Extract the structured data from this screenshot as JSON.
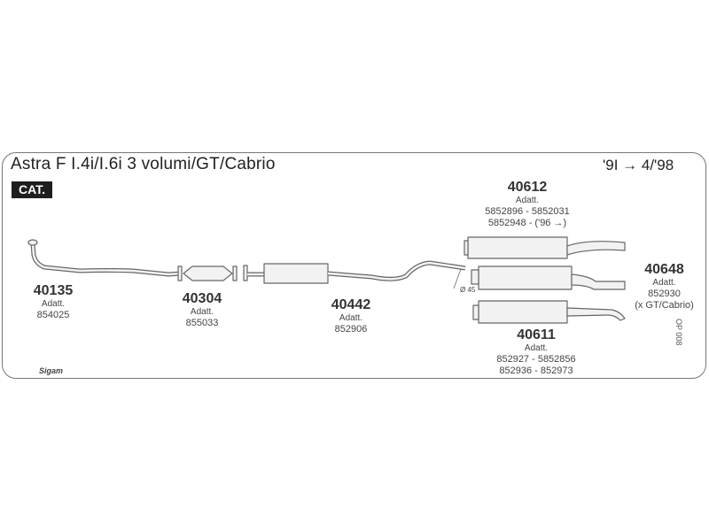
{
  "title": "Astra F I.4i/I.6i 3 volumi/GT/Cabrio",
  "years": "'9I → 4/'98",
  "badge": "CAT.",
  "parts": [
    {
      "number": "40135",
      "adatt": "Adatt.",
      "refs": [
        "854025"
      ]
    },
    {
      "number": "40304",
      "adatt": "Adatt.",
      "refs": [
        "855033"
      ]
    },
    {
      "number": "40442",
      "adatt": "Adatt.",
      "refs": [
        "852906"
      ]
    },
    {
      "number": "40612",
      "adatt": "Adatt.",
      "refs": [
        "5852896 - 5852031",
        "5852948 - ('96 →)"
      ]
    },
    {
      "number": "40648",
      "adatt": "Adatt.",
      "refs": [
        "852930",
        "(x GT/Cabrio)"
      ]
    },
    {
      "number": "40611",
      "adatt": "Adatt.",
      "refs": [
        "852927 - 5852856",
        "852936 - 852973"
      ]
    }
  ],
  "diameter_label": "Ø 45",
  "drawing_code": "OP 008",
  "logo_text": "Sigam"
}
